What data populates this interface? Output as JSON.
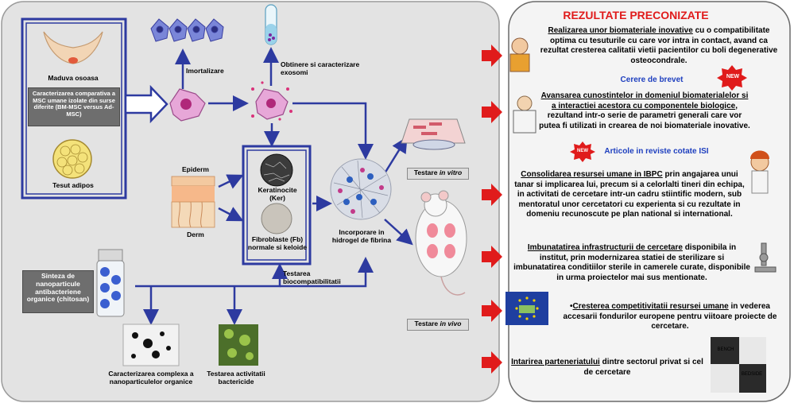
{
  "panels": {
    "left_bg": "#e3e3e3",
    "right_bg": "#f4f4f4",
    "arrow_color": "#2d3aa0",
    "red_arrow_color": "#e01b1b",
    "title_color": "#e01b1b"
  },
  "left": {
    "bone_marrow": "Maduva osoasa",
    "compare_box": "Caracterizarea comparativa a MSC umane izolate din surse diferite (BM-MSC versus Ad-MSC)",
    "adipose": "Tesut adipos",
    "immortalization": "Imortalizare",
    "exosomes": "Obtinere si caracterizare exosomi",
    "epiderm": "Epiderm",
    "derm": "Derm",
    "keratinocytes": "Keratinocite (Ker)",
    "fibroblasts": "Fibroblaste (Fb) normale si keloide",
    "fibrin": "Incorporare in hidrogel de fibrina",
    "in_vitro_prefix": "Testare ",
    "in_vitro_em": "in vitro",
    "in_vivo_prefix": "Testare ",
    "in_vivo_em": "in vivo",
    "biocompat": "Testarea biocompatibilitatii",
    "nano_box": "Sinteza de nanoparticule antibacteriene organice (chitosan)",
    "nano_char": "Caracterizarea complexa a nanoparticulelor organice",
    "bactericide": "Testarea activitatii bactericide"
  },
  "right": {
    "title": "REZULTATE PRECONIZATE",
    "r1_u": "Realizarea unor biomateriale inovative",
    "r1_rest": " cu  o compatibilitate optima cu tesuturile cu care vor intra in contact, avand ca rezultat cresterea calitatii vietii pacientilor cu boli degenerative osteocondrale.",
    "r1_extra": "Cerere de brevet",
    "new_badge": "NEW",
    "r2_u": "Avansarea cunostintelor in domeniul biomaterialelor si a interactiei acestora cu componentele biologice",
    "r2_rest": ", rezultand intr-o serie de parametri generali care vor putea fi utilizati in crearea de noi biomateriale inovative.",
    "r2_extra": "Articole in reviste cotate ISI",
    "r3_u": "Consolidarea resursei umane in IBPC",
    "r3_rest": " prin angajarea unui tanar si implicarea lui, precum si a celorlalti tineri din echipa, in activitati de cercetare intr-un cadru stiintific modern, sub mentoratul unor cercetatori cu experienta si cu rezultate in domeniu recunoscute pe plan national si international.",
    "r4_u": "Imbunatatirea infrastructurii de cercetare",
    "r4_rest": " disponibila in institut, prin modernizarea statiei de sterilizare si imbunatatirea conditiilor sterile in camerele curate, disponibile in urma proiectelor mai sus mentionate.",
    "r5_bullet": "•",
    "r5_u": "Cresterea competitivitatii resursei umane",
    "r5_rest": " in vederea accesarii fondurilor europene pentru viitoare proiecte de cercetare.",
    "r6_u": "Intarirea parteneriatului",
    "r6_rest": " dintre sectorul privat si cel de cercetare",
    "logo_top": "BENCH",
    "logo_bottom": "BEDSIDE"
  }
}
